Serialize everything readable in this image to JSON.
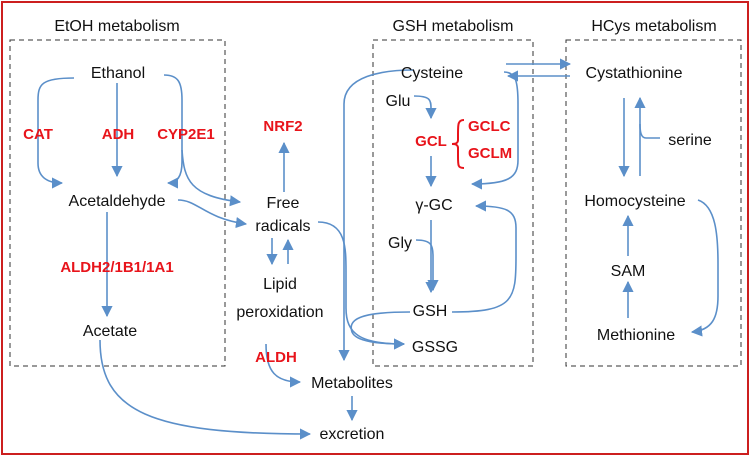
{
  "sections": {
    "etoh": "EtOH metabolism",
    "gsh": "GSH metabolism",
    "hcys": "HCys metabolism"
  },
  "nodes": {
    "ethanol": "Ethanol",
    "acetaldehyde": "Acetaldehyde",
    "acetate": "Acetate",
    "free_radicals_1": "Free",
    "free_radicals_2": "radicals",
    "lipid_1": "Lipid",
    "lipid_2": "peroxidation",
    "metabolites": "Metabolites",
    "excretion": "excretion",
    "cysteine": "Cysteine",
    "glu": "Glu",
    "gamma_gc": "γ-GC",
    "gly": "Gly",
    "gsh": "GSH",
    "gssg": "GSSG",
    "cystathionine": "Cystathionine",
    "serine": "serine",
    "homocysteine": "Homocysteine",
    "sam": "SAM",
    "methionine": "Methionine"
  },
  "enzymes": {
    "cat": "CAT",
    "adh": "ADH",
    "cyp2e1": "CYP2E1",
    "aldh2": "ALDH2/1B1/1A1",
    "nrf2": "NRF2",
    "aldh": "ALDH",
    "gcl": "GCL",
    "gclc": "GCLC",
    "gclm": "GCLM"
  },
  "colors": {
    "frame": "#cc1f1f",
    "arrow": "#5b8fc9",
    "enzyme": "#e8141b",
    "box": "#333333"
  }
}
